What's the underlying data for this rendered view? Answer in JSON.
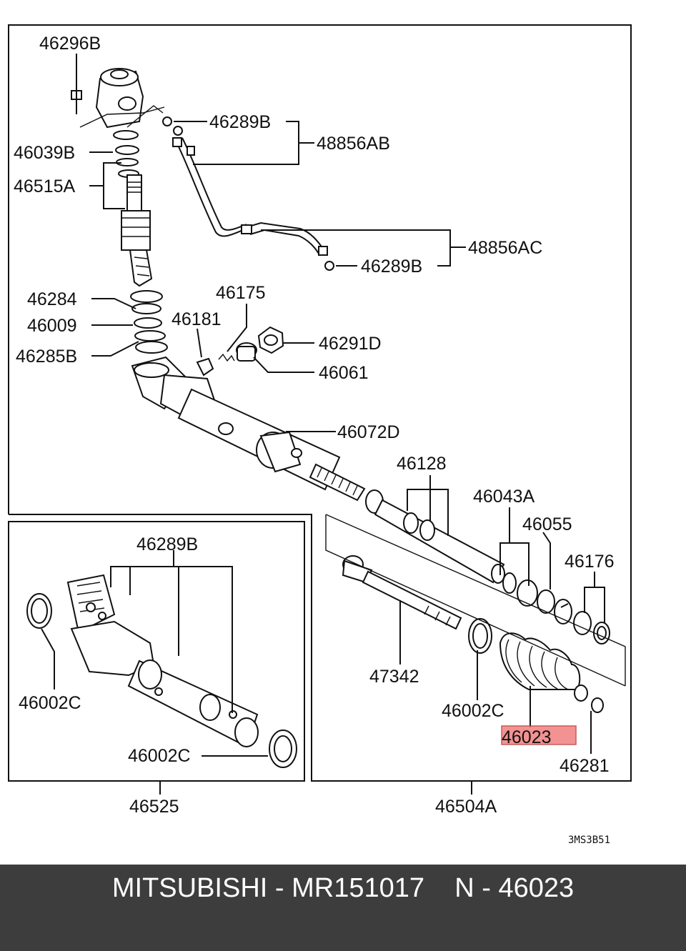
{
  "labels": {
    "l46296B": "46296B",
    "l46289B_top": "46289B",
    "l48856AB": "48856AB",
    "l46039B": "46039B",
    "l46515A": "46515A",
    "l48856AC": "48856AC",
    "l46289B_mid": "46289B",
    "l46175": "46175",
    "l46284": "46284",
    "l46181": "46181",
    "l46009": "46009",
    "l46291D": "46291D",
    "l46285B": "46285B",
    "l46061": "46061",
    "l46072D": "46072D",
    "l46128": "46128",
    "l46043A": "46043A",
    "l46055": "46055",
    "l46176": "46176",
    "l46289B_inset": "46289B",
    "l47342": "47342",
    "l46002C_left": "46002C",
    "l46002C_right": "46002C",
    "l46023": "46023",
    "l46002C_inset": "46002C",
    "l46281": "46281",
    "l46525": "46525",
    "l46504A": "46504A",
    "code": "3MS3B51"
  },
  "highlight": {
    "part": "46023",
    "color": "#f08080"
  },
  "footer": {
    "text": "MITSUBISHI - MR151017    N - 46023",
    "background": "#3d3d3d"
  }
}
